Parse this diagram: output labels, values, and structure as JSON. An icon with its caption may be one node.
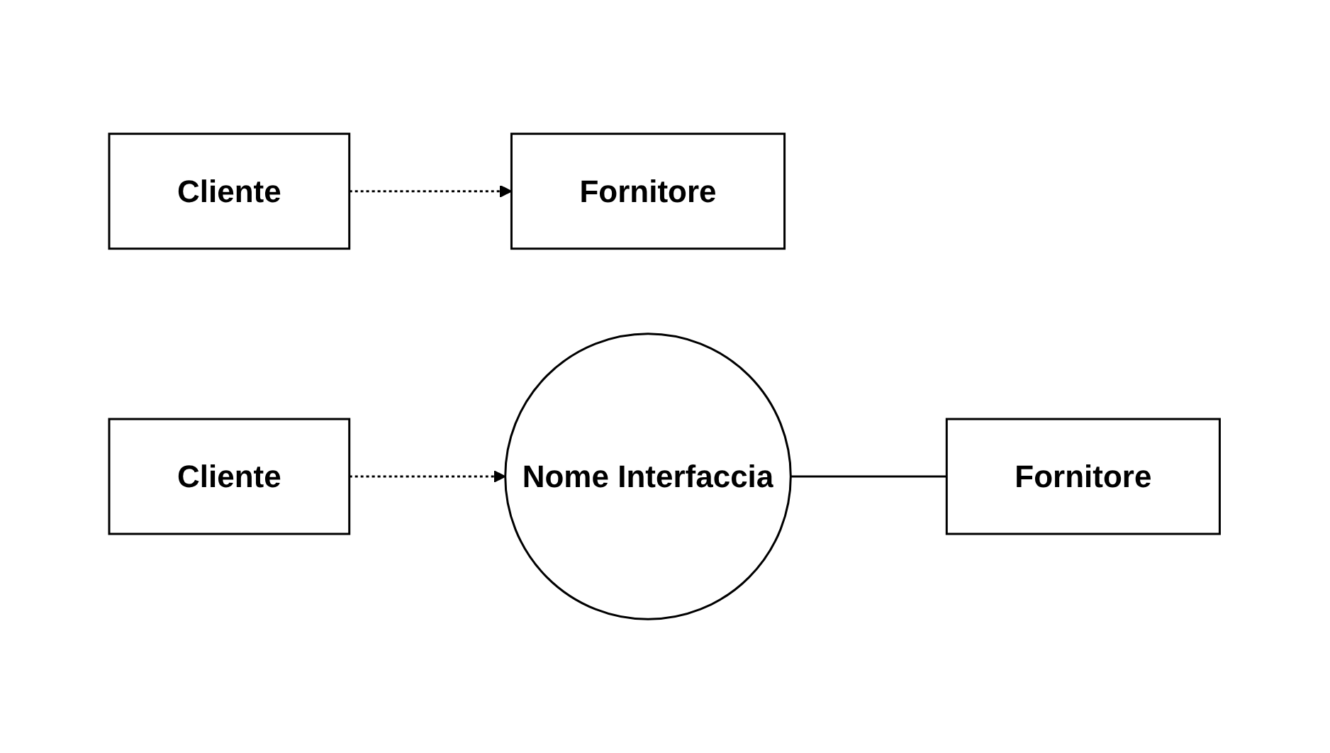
{
  "diagram": {
    "nodes": [
      {
        "text": [
          "Cliente"
        ]
      },
      {
        "text": [
          "Fornitore"
        ]
      },
      {
        "text": [
          "Cliente"
        ]
      },
      {
        "text": [
          "Nome Interfaccia"
        ]
      },
      {
        "text": [
          "Fornitore"
        ]
      }
    ],
    "edges": [
      {
        "from": 0,
        "to": 1,
        "arrow": "to",
        "style": "dashed"
      },
      {
        "from": 2,
        "to": 3,
        "arrow": "to",
        "style": "dashed"
      },
      {
        "from": 3,
        "to": 4,
        "arrow": "none"
      }
    ]
  }
}
